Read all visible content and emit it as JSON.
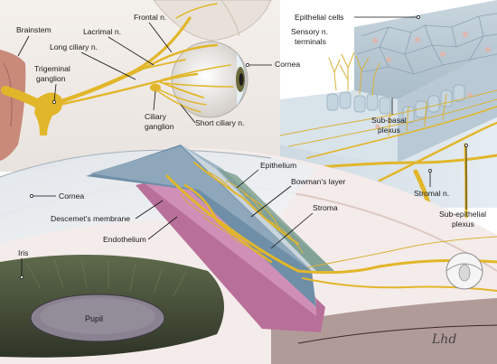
{
  "labels": {
    "brainstem": "Brainstem",
    "frontal": "Frontal n.",
    "lacrimal": "Lacrimal n.",
    "long_ciliary": "Long ciliary n.",
    "trigeminal": "Trigeminal",
    "trigeminal_2": "ganglion",
    "cornea_top": "Cornea",
    "ciliary": "Ciliary",
    "ciliary_2": "ganglion",
    "short_ciliary": "Short ciliary n.",
    "epithelial_cells": "Epithelial cells",
    "sensory": "Sensory n.",
    "sensory_2": "terminals",
    "subbasal": "Sub-basal",
    "subbasal_2": "plexus",
    "stromal": "Stromal n.",
    "subepithelial": "Sub-epithelial",
    "subepithelial_2": "plexus",
    "cornea_main": "Cornea",
    "epithelium": "Epithelium",
    "bowmans": "Bowman's layer",
    "descemets": "Descemet's membrane",
    "stroma": "Stroma",
    "endothelium": "Endothelium",
    "iris": "Iris",
    "pupil": "Pupil",
    "signature": "Lhd"
  },
  "colors": {
    "nerve": "#e2b62a",
    "epithelium": "#9fb7c6",
    "stroma": "#6f8fa8",
    "descemet": "#b8709a",
    "skin": "#c98a7a"
  }
}
